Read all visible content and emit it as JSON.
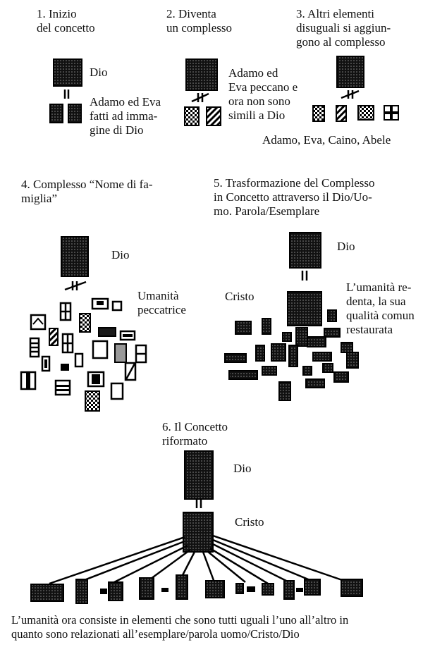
{
  "panel1": {
    "title": "1. Inizio\ndel concetto",
    "dio": "Dio",
    "caption": "Adamo ed Eva\nfatti ad imma-\ngine di Dio"
  },
  "panel2": {
    "title": "2. Diventa\nun complesso",
    "caption": "Adamo ed\nEva peccano e\nora non sono\nsimili a Dio"
  },
  "panel3": {
    "title": "3. Altri elementi\ndisuguali si aggiun-\ngono al complesso",
    "caption": "Adamo, Eva, Caino, Abele"
  },
  "panel4": {
    "title": "4. Complesso “Nome di fa-\nmiglia”",
    "dio": "Dio",
    "caption": "Umanità\npeccatrice"
  },
  "panel5": {
    "title": "5. Trasformazione del Complesso\nin Concetto attraverso il Dio/Uo-\nmo.  Parola/Esemplare",
    "dio": "Dio",
    "cristo": "Cristo",
    "caption": "L’umanità re-\ndenta, la sua\nqualità comun\nrestaurata"
  },
  "panel6": {
    "title": "6. Il Concetto\nriformato",
    "dio": "Dio",
    "cristo": "Cristo"
  },
  "footer": "L’umanità ora consiste in elementi che sono tutti uguali l’uno all’altro in\nquanto sono relazionati all’esemplare/parola uomo/Cristo/Dio"
}
